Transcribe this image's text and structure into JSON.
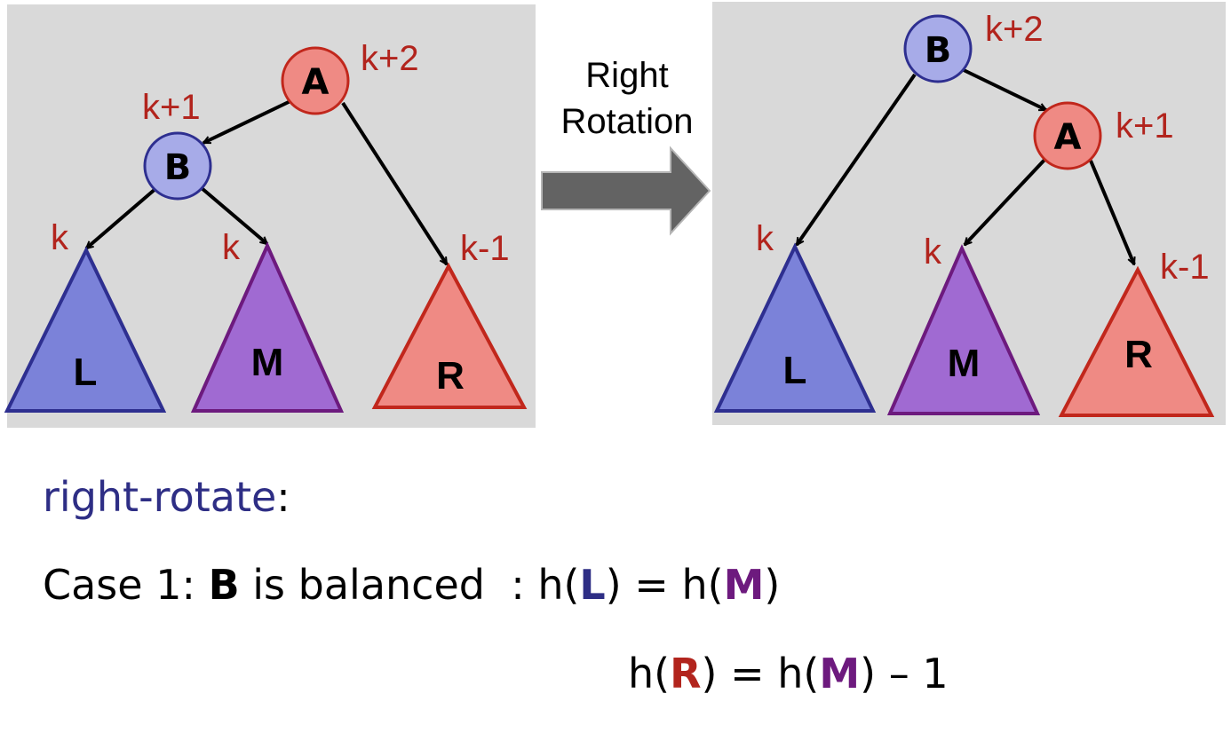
{
  "colors": {
    "panel_bg": "#d9d9d9",
    "red_fill": "#ef8a84",
    "red_stroke": "#c1271c",
    "blue_fill": "#7b82d9",
    "blue_stroke": "#2e2f90",
    "purple_fill": "#a06ad2",
    "purple_stroke": "#6d1a7e",
    "label_red": "#b2241d",
    "arrow_gray": "#636363"
  },
  "left_tree": {
    "nodes": [
      {
        "name": "A",
        "height_label": "k+2"
      },
      {
        "name": "B",
        "height_label": "k+1"
      }
    ],
    "subtrees": [
      {
        "name": "L",
        "height_label": "k"
      },
      {
        "name": "M",
        "height_label": "k"
      },
      {
        "name": "R",
        "height_label": "k-1"
      }
    ]
  },
  "transition": {
    "line1": "Right",
    "line2": "Rotation"
  },
  "right_tree": {
    "nodes": [
      {
        "name": "B",
        "height_label": "k+2"
      },
      {
        "name": "A",
        "height_label": "k+1"
      }
    ],
    "subtrees": [
      {
        "name": "L",
        "height_label": "k"
      },
      {
        "name": "M",
        "height_label": "k"
      },
      {
        "name": "R",
        "height_label": "k-1"
      }
    ]
  },
  "text": {
    "func_name": "right-rotate",
    "colon": ":",
    "case_prefix": "Case 1: ",
    "case_node": "B",
    "case_desc": " is balanced  : h(",
    "eq1_L": "L",
    "eq1_mid": ") = h(",
    "eq1_M": "M",
    "eq1_end": ")",
    "eq2_start": "h(",
    "eq2_R": "R",
    "eq2_mid": ") = h(",
    "eq2_M": "M",
    "eq2_end": ") – 1"
  }
}
